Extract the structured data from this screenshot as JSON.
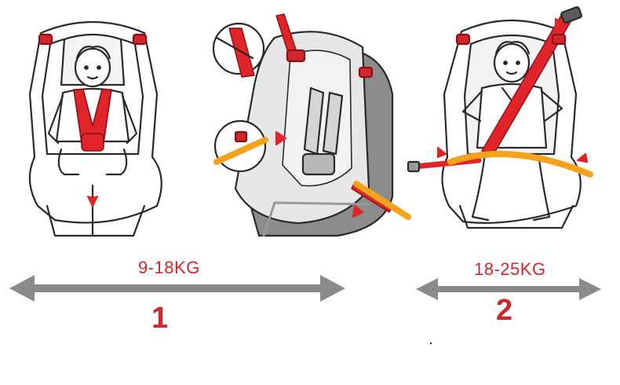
{
  "colors": {
    "accent": "#d0262c",
    "belt_red": "#e0242a",
    "belt_orange": "#f5a21c",
    "arrow_gray": "#8a8a8a",
    "outline": "#2a2a2a",
    "shell_gray": "#8c8c8c",
    "fabric_light": "#e7e7e7"
  },
  "groups": [
    {
      "weight_label": "9-18KG",
      "number": "1"
    },
    {
      "weight_label": "18-25KG",
      "number": "2"
    }
  ]
}
